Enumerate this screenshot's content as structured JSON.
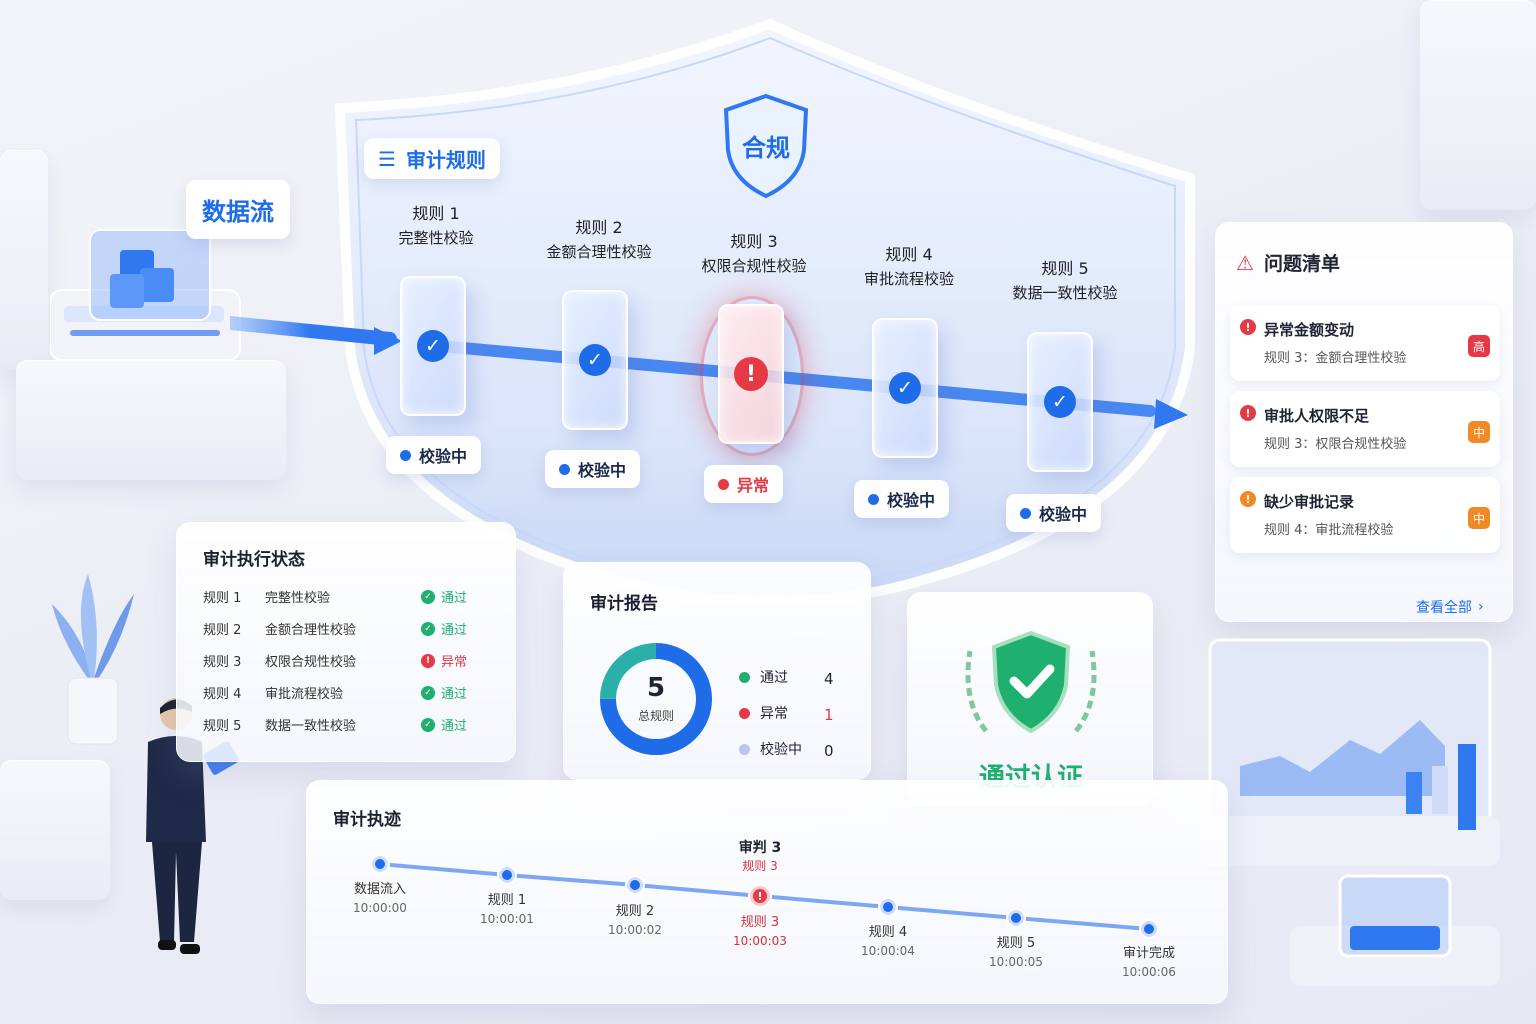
{
  "data_flow_label": "数据流",
  "audit_rules": {
    "title": "审计规则",
    "compliance_badge": "合规",
    "rules": [
      {
        "name": "规则 1",
        "desc": "完整性校验",
        "status": "校验中",
        "state": "ok"
      },
      {
        "name": "规则 2",
        "desc": "金额合理性校验",
        "status": "校验中",
        "state": "ok"
      },
      {
        "name": "规则 3",
        "desc": "权限合规性校验",
        "status": "异常",
        "state": "error"
      },
      {
        "name": "规则 4",
        "desc": "审批流程校验",
        "status": "校验中",
        "state": "ok"
      },
      {
        "name": "规则 5",
        "desc": "数据一致性校验",
        "status": "校验中",
        "state": "ok"
      }
    ]
  },
  "issues": {
    "title": "问题清单",
    "items": [
      {
        "title": "异常金额变动",
        "detail": "规则 3：金额合理性校验",
        "severity": "高",
        "color": "#e53945"
      },
      {
        "title": "审批人权限不足",
        "detail": "规则 3：权限合规性校验",
        "severity": "中",
        "color": "#f08a24"
      },
      {
        "title": "缺少审批记录",
        "detail": "规则 4：审批流程校验",
        "severity": "中",
        "color": "#f08a24"
      }
    ],
    "view_all": "查看全部"
  },
  "execution_status": {
    "title": "审计执行状态",
    "rows": [
      {
        "rule": "规则 1",
        "desc": "完整性校验",
        "result": "通过",
        "state": "ok"
      },
      {
        "rule": "规则 2",
        "desc": "金额合理性校验",
        "result": "通过",
        "state": "ok"
      },
      {
        "rule": "规则 3",
        "desc": "权限合规性校验",
        "result": "异常",
        "state": "error"
      },
      {
        "rule": "规则 4",
        "desc": "审批流程校验",
        "result": "通过",
        "state": "ok"
      },
      {
        "rule": "规则 5",
        "desc": "数据一致性校验",
        "result": "通过",
        "state": "ok"
      }
    ]
  },
  "report": {
    "title": "审计报告",
    "total": "5",
    "total_label": "总规则",
    "legend": [
      {
        "label": "通过",
        "value": "4",
        "color": "#1fb070"
      },
      {
        "label": "异常",
        "value": "1",
        "color": "#e53945"
      },
      {
        "label": "校验中",
        "value": "0",
        "color": "#b9c6ee"
      }
    ]
  },
  "certification": {
    "label": "通过认证"
  },
  "trace": {
    "title": "审计执迹",
    "error_callout": {
      "line1": "审判 3",
      "line2": "规则 3"
    },
    "nodes": [
      {
        "label": "数据流入",
        "time": "10:00:00",
        "state": "ok"
      },
      {
        "label": "规则 1",
        "time": "10:00:01",
        "state": "ok"
      },
      {
        "label": "规则 2",
        "time": "10:00:02",
        "state": "ok"
      },
      {
        "label": "规则 3",
        "time": "10:00:03",
        "state": "error"
      },
      {
        "label": "规则 4",
        "time": "10:00:04",
        "state": "ok"
      },
      {
        "label": "规则 5",
        "time": "10:00:05",
        "state": "ok"
      },
      {
        "label": "审计完成",
        "time": "10:00:06",
        "state": "ok"
      }
    ]
  },
  "colors": {
    "accent": "#1e6ce8",
    "success": "#1fb070",
    "error": "#e53945",
    "warning": "#f08a24"
  },
  "icons": {
    "rules": "document-list-icon",
    "shield": "shield-icon",
    "issues": "warning-triangle-icon",
    "cert": "shield-check-laurel-icon"
  }
}
